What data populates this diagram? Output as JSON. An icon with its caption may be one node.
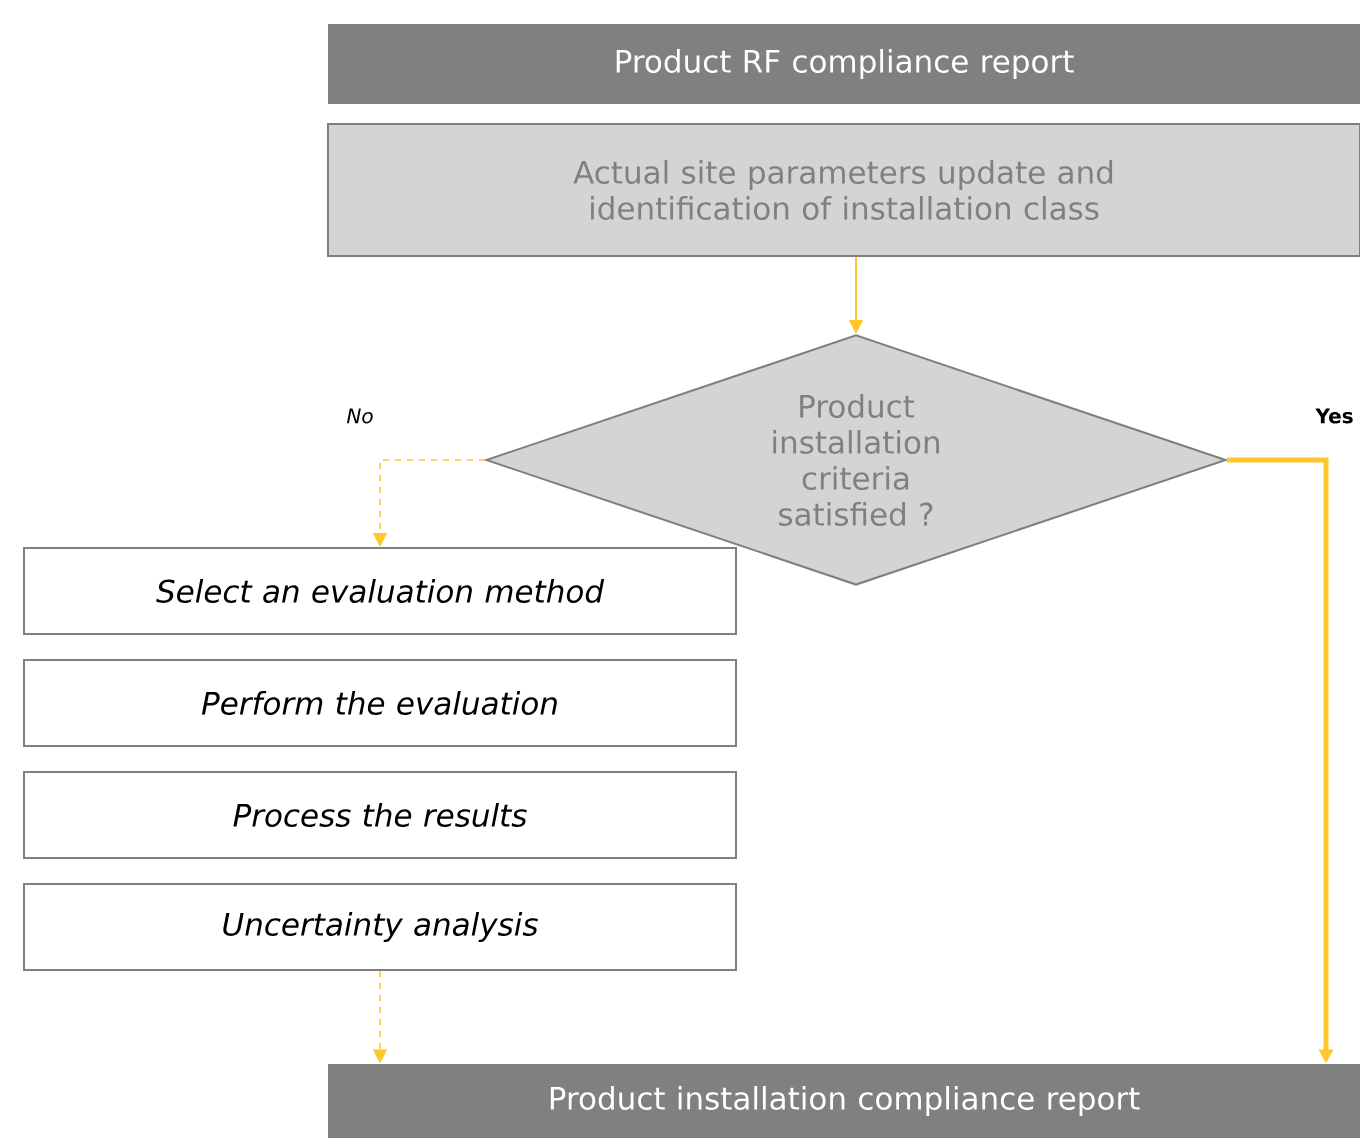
{
  "diagram": {
    "nodes": [
      {
        "text": [
          "Product RF compliance report"
        ]
      },
      {
        "text": [
          "Actual site parameters update and identification of installation class"
        ]
      },
      {
        "text": [
          "Product installation criteria satisfied ?"
        ]
      },
      {
        "text": [
          "Select an evaluation method"
        ]
      },
      {
        "text": [
          "Perform the evaluation"
        ]
      },
      {
        "text": [
          "Process the results"
        ]
      },
      {
        "text": [
          "Uncertainty analysis"
        ]
      },
      {
        "text": [
          "Product installation compliance report"
        ]
      }
    ],
    "edges": [
      {
        "from": 1,
        "to": 2,
        "arrow": "to"
      },
      {
        "from": 2,
        "to": 3,
        "arrow": "to",
        "label": "No",
        "style": "dashed"
      },
      {
        "from": 6,
        "to": 7,
        "arrow": "to",
        "style": "dashed"
      },
      {
        "from": 2,
        "to": 7,
        "arrow": "to",
        "label": "Yes",
        "style": "thick"
      }
    ]
  }
}
